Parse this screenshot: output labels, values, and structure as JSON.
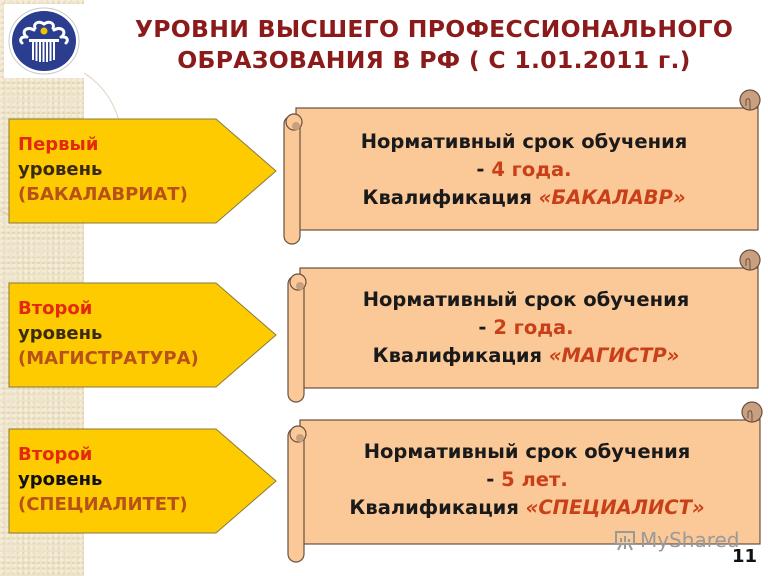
{
  "slide": {
    "title_line1": "УРОВНИ ВЫСШЕГО ПРОФЕССИОНАЛЬНОГО",
    "title_line2": "ОБРАЗОВАНИЯ В РФ ( С 1.01.2011 г.)",
    "logo_icon": "cis-emblem-icon",
    "page_number": "11",
    "watermark": "MyShared",
    "watermark_icon": "presentation-board-icon",
    "colors": {
      "title": "#8b1a1a",
      "arrow_fill": "#fecb00",
      "scroll_fill": "#fbc898",
      "scroll_curl": "#c8a080",
      "highlight": "#c8401a",
      "level_red": "#e32a10",
      "level_dark": "#3a2a10",
      "level_orange": "#b8501a"
    }
  },
  "levels": [
    {
      "label_line1": "Первый",
      "label_line2": "уровень",
      "label_line3": "(БАКАЛАВРИАТ)",
      "desc_line1": "Нормативный срок обучения",
      "desc_dash": "- ",
      "duration": "4 года.",
      "qual_label": "Квалификация ",
      "qualification": "«БАКАЛАВР»"
    },
    {
      "label_line1": "Второй",
      "label_line2": "уровень",
      "label_line3": "(МАГИСТРАТУРА)",
      "desc_line1": "Нормативный срок обучения",
      "desc_dash": "- ",
      "duration": "2 года.",
      "qual_label": "Квалификация ",
      "qualification": "«МАГИСТР»"
    },
    {
      "label_line1": "Второй",
      "label_line2": "уровень",
      "label_line3": "(СПЕЦИАЛИТЕТ)",
      "desc_line1": "Нормативный срок обучения",
      "desc_dash": "- ",
      "duration": "5 лет.",
      "qual_label": "Квалификация ",
      "qualification": "«СПЕЦИАЛИСТ»"
    }
  ]
}
